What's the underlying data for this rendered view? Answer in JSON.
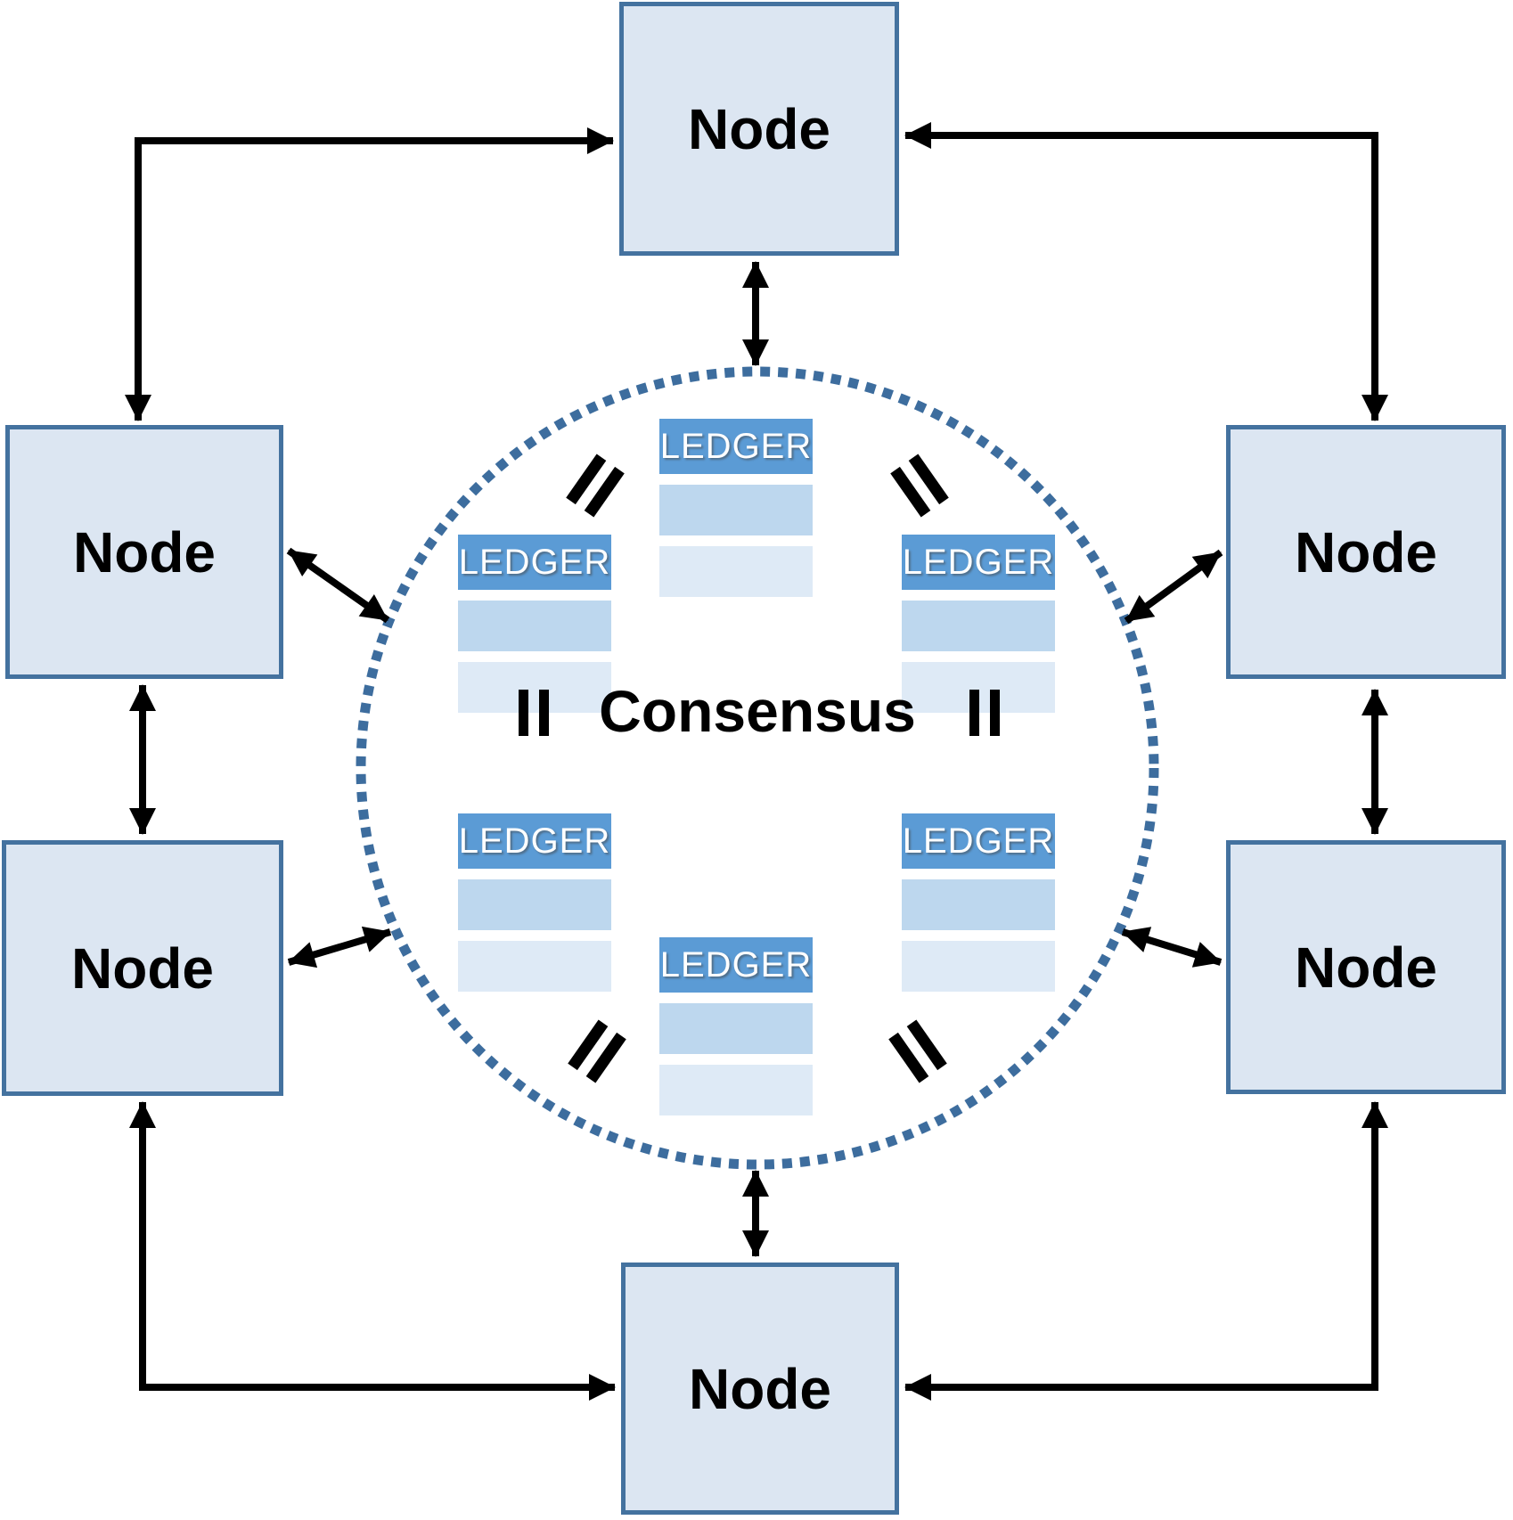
{
  "diagram": {
    "consensus_label": "Consensus",
    "nodes": [
      {
        "id": "top",
        "label": "Node"
      },
      {
        "id": "upper-left",
        "label": "Node"
      },
      {
        "id": "lower-left",
        "label": "Node"
      },
      {
        "id": "upper-right",
        "label": "Node"
      },
      {
        "id": "lower-right",
        "label": "Node"
      },
      {
        "id": "bottom",
        "label": "Node"
      }
    ],
    "ledgers": [
      {
        "id": "top-center",
        "label": "LEDGER"
      },
      {
        "id": "mid-left",
        "label": "LEDGER"
      },
      {
        "id": "mid-right",
        "label": "LEDGER"
      },
      {
        "id": "low-left",
        "label": "LEDGER"
      },
      {
        "id": "low-right",
        "label": "LEDGER"
      },
      {
        "id": "bottom-center",
        "label": "LEDGER"
      }
    ],
    "equals_marks": {
      "tilted_count": 4,
      "vertical_count": 2,
      "glyph": "="
    },
    "edges": [
      {
        "from": "top-node",
        "to": "consensus-circle",
        "style": "straight-double-arrow"
      },
      {
        "from": "bottom-node",
        "to": "consensus-circle",
        "style": "straight-double-arrow"
      },
      {
        "from": "upper-left-node",
        "to": "lower-left-node",
        "style": "straight-double-arrow"
      },
      {
        "from": "upper-right-node",
        "to": "lower-right-node",
        "style": "straight-double-arrow"
      },
      {
        "from": "upper-left-node",
        "to": "consensus-circle",
        "style": "diagonal-double-arrow"
      },
      {
        "from": "lower-left-node",
        "to": "consensus-circle",
        "style": "diagonal-double-arrow"
      },
      {
        "from": "upper-right-node",
        "to": "consensus-circle",
        "style": "diagonal-double-arrow"
      },
      {
        "from": "lower-right-node",
        "to": "consensus-circle",
        "style": "diagonal-double-arrow"
      },
      {
        "from": "upper-left-node",
        "to": "top-node",
        "style": "elbow-double-arrow"
      },
      {
        "from": "upper-right-node",
        "to": "top-node",
        "style": "elbow-double-arrow"
      },
      {
        "from": "lower-left-node",
        "to": "bottom-node",
        "style": "elbow-double-arrow"
      },
      {
        "from": "lower-right-node",
        "to": "bottom-node",
        "style": "elbow-double-arrow"
      }
    ],
    "colors": {
      "node_fill": "#dce6f2",
      "node_border": "#44729f",
      "node_text": "#000000",
      "ledger_header_fill": "#5b9bd5",
      "ledger_header_text": "#ffffff",
      "ledger_row_primary": "#bdd7ee",
      "ledger_row_secondary": "#deeaf6",
      "circle_dots": "#3d6d9e",
      "arrows": "#000000",
      "consensus_text": "#000000"
    }
  }
}
